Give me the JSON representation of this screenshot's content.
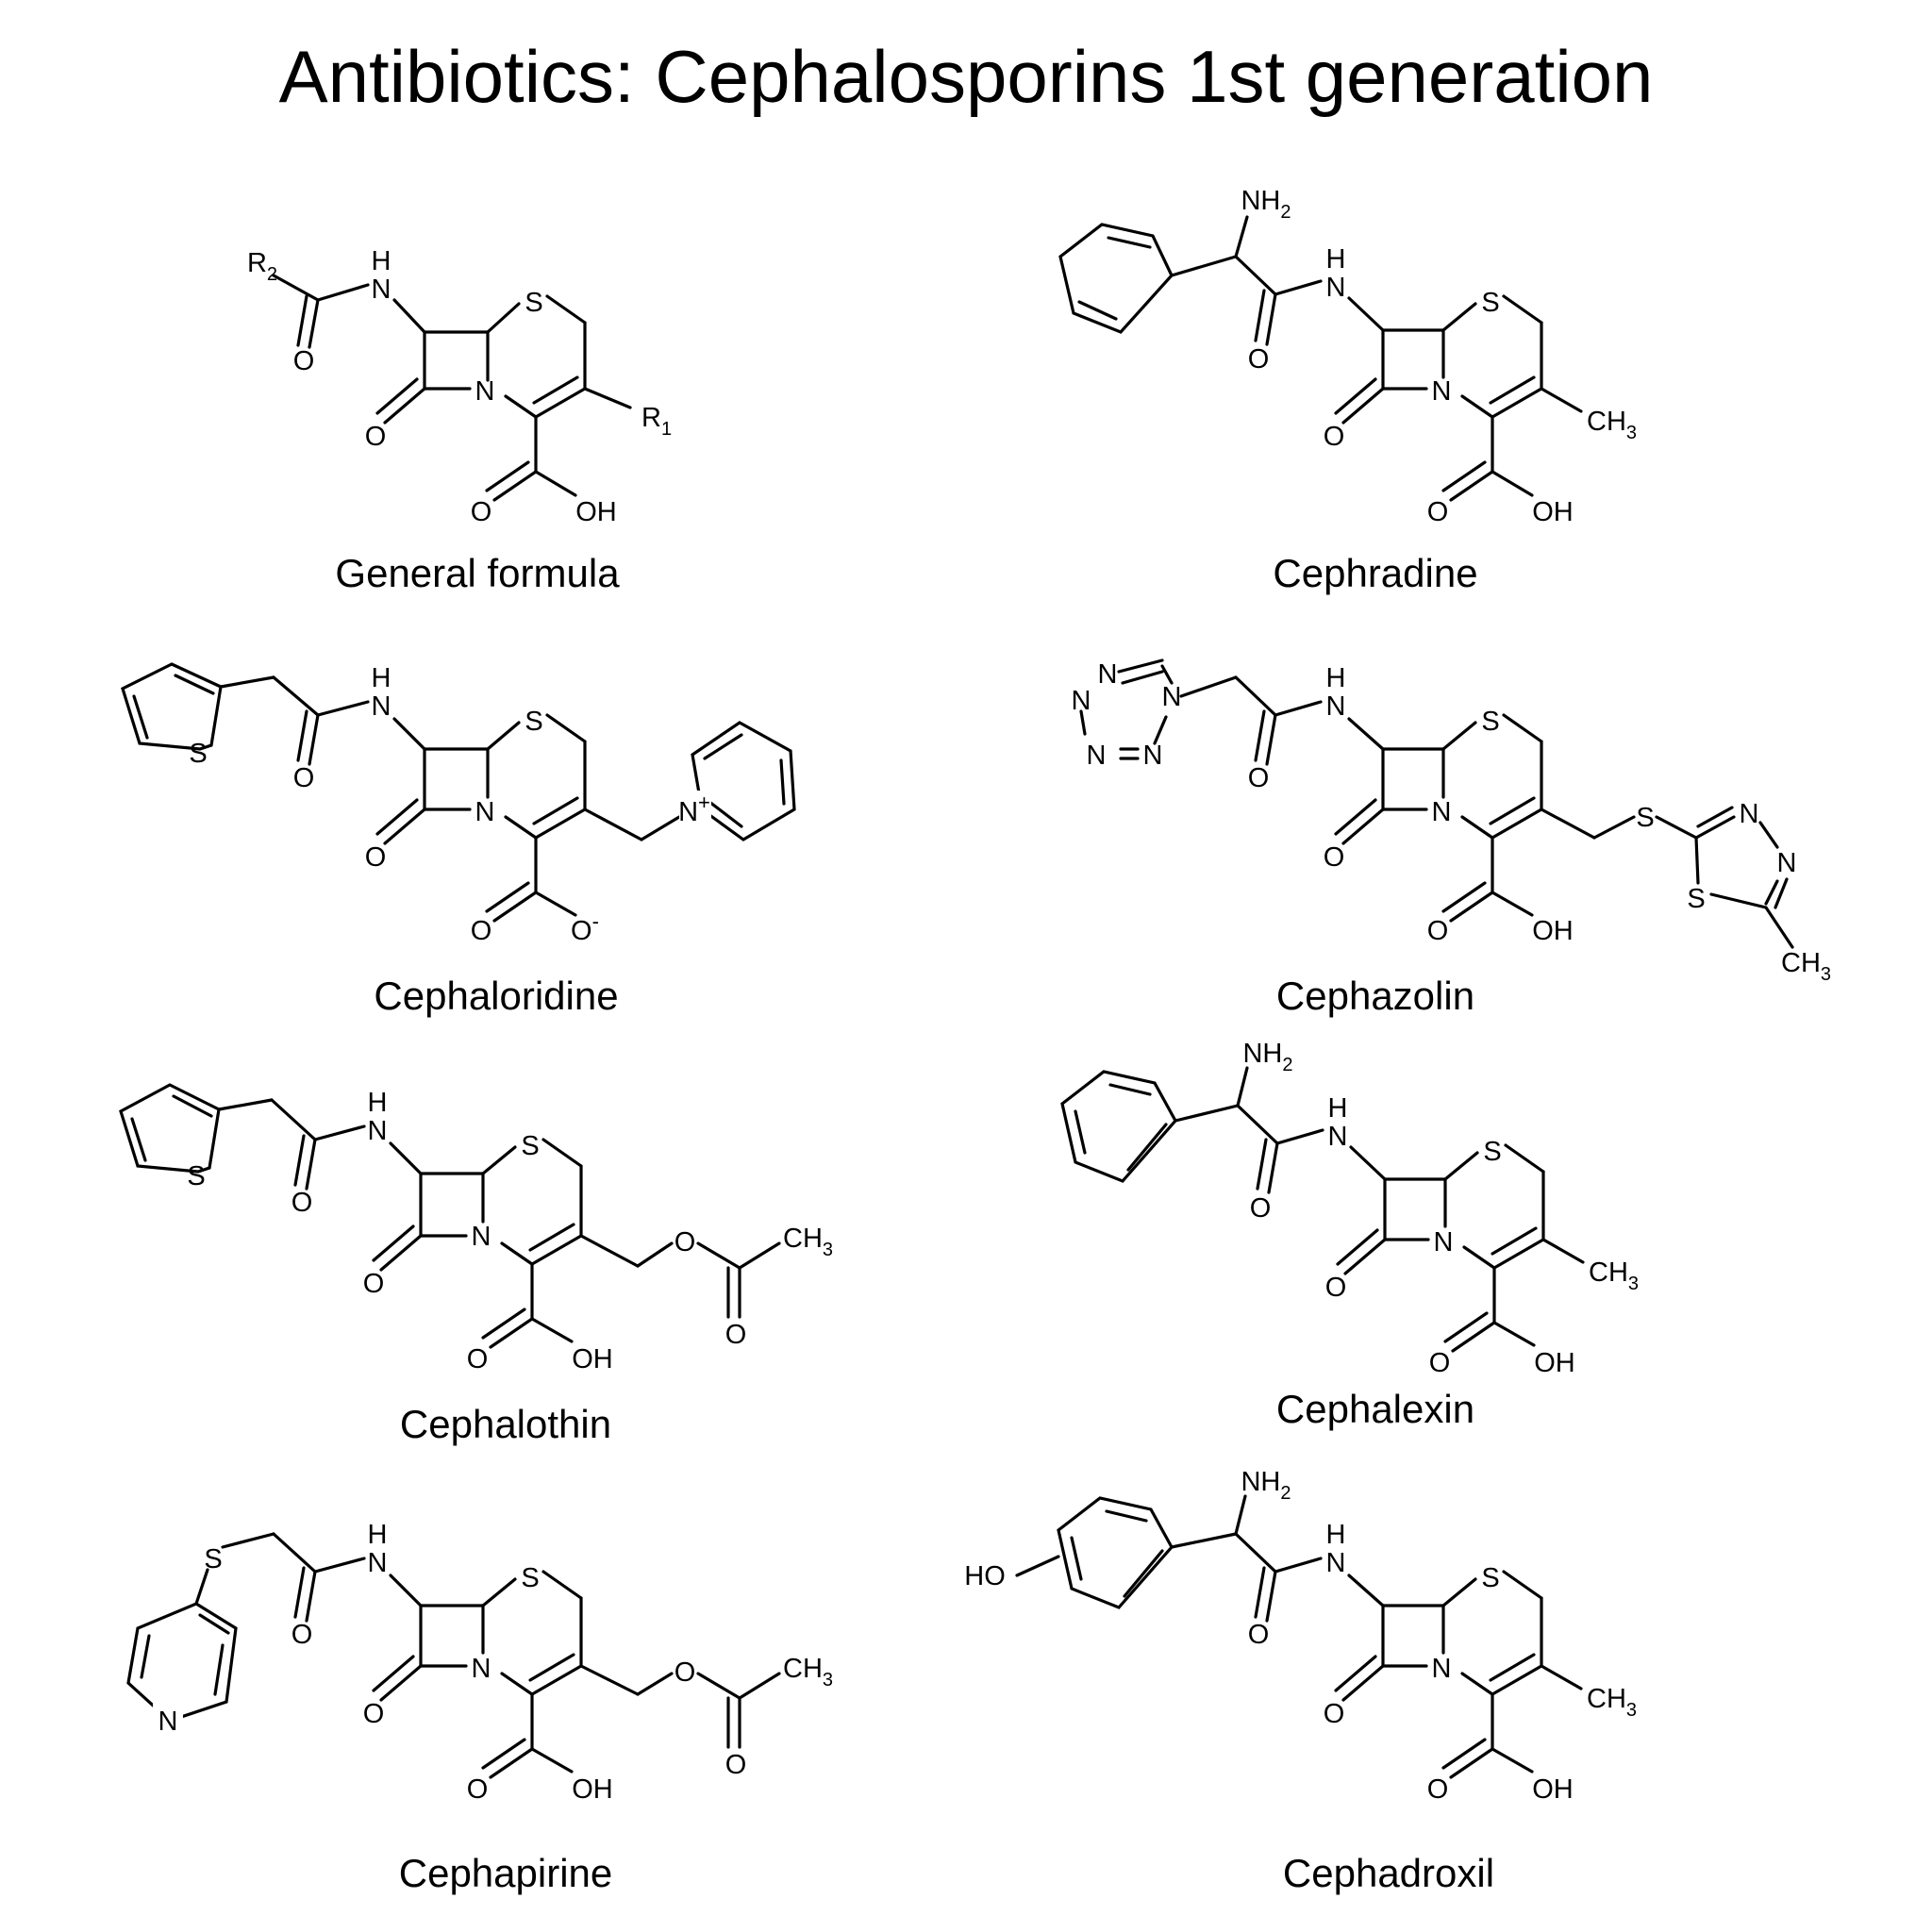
{
  "title": "Antibiotics: Cephalosporins 1st generation",
  "structures": [
    {
      "name": "General formula",
      "R2": "R",
      "R2_sub": "2",
      "R1": "R",
      "R1_sub": "1"
    },
    {
      "name": "Cephradine",
      "NH2": "NH",
      "NH2_sub": "2",
      "CH3": "CH",
      "CH3_sub": "3"
    },
    {
      "name": "Cephaloridine",
      "Nplus": "N",
      "charge_plus": "+",
      "O_minus": "O",
      "charge_minus": "-"
    },
    {
      "name": "Cephazolin",
      "CH3": "CH",
      "CH3_sub": "3"
    },
    {
      "name": "Cephalothin",
      "CH3": "CH",
      "CH3_sub": "3"
    },
    {
      "name": "Cephalexin",
      "NH2": "NH",
      "NH2_sub": "2",
      "CH3": "CH",
      "CH3_sub": "3"
    },
    {
      "name": "Cephapirine",
      "CH3": "CH",
      "CH3_sub": "3"
    },
    {
      "name": "Cephadroxil",
      "NH2": "NH",
      "NH2_sub": "2",
      "CH3": "CH",
      "CH3_sub": "3",
      "HO": "HO"
    }
  ],
  "atoms": {
    "H": "H",
    "N": "N",
    "S": "S",
    "O": "O",
    "OH": "OH"
  }
}
